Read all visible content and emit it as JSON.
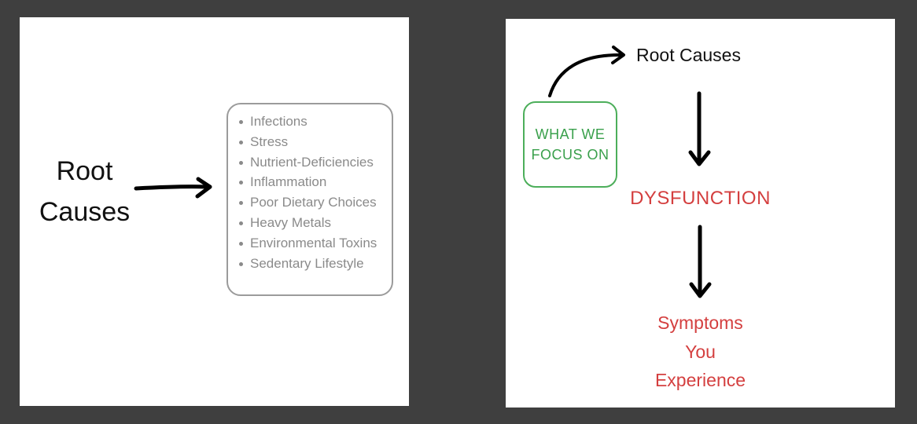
{
  "left_panel": {
    "root_label_lines": [
      "Root",
      "Causes"
    ],
    "causes": [
      "Infections",
      "Stress",
      "Nutrient-Deficiencies",
      "Inflammation",
      "Poor Dietary Choices",
      "Heavy Metals",
      "Environmental Toxins",
      "Sedentary Lifestyle"
    ]
  },
  "right_panel": {
    "focus_label_lines": [
      "WHAT WE",
      "FOCUS ON"
    ],
    "root_label": "Root Causes",
    "dysfunction_label": "DYSFUNCTION",
    "symptoms_lines": [
      "Symptoms",
      "You",
      "Experience"
    ]
  },
  "colors": {
    "background": "#3f3f3f",
    "panel": "#ffffff",
    "focus_green": "#3aa04c",
    "dysfunction_red": "#d43f3f",
    "list_gray": "#8a8a8a"
  }
}
